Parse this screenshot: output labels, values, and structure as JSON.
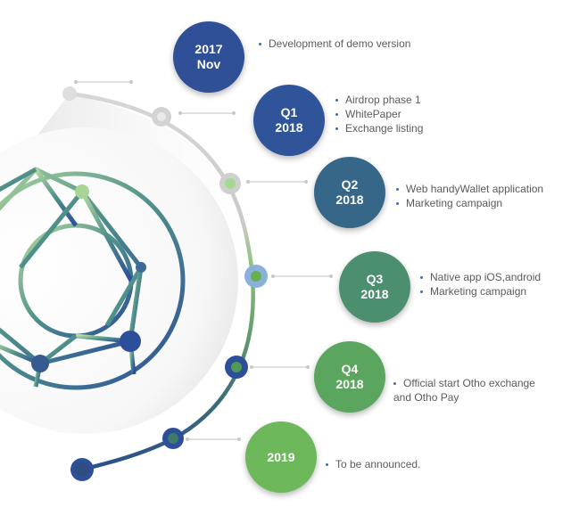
{
  "milestones": [
    {
      "line1": "2017",
      "line2": "Nov",
      "color": "#2f4f96",
      "notes": [
        "Development of demo version"
      ]
    },
    {
      "line1": "Q1",
      "line2": "2018",
      "color": "#2f5499",
      "notes": [
        "Airdrop phase 1",
        "WhitePaper",
        "Exchange listing"
      ]
    },
    {
      "line1": "Q2",
      "line2": "2018",
      "color": "#376788",
      "notes": [
        "Web handyWallet application",
        "Marketing campaign"
      ]
    },
    {
      "line1": "Q3",
      "line2": "2018",
      "color": "#4c8f6e",
      "notes": [
        "Native app iOS,android",
        "Marketing campaign"
      ]
    },
    {
      "line1": "Q4",
      "line2": "2018",
      "color": "#5ba65f",
      "notes": [
        "Official start Otho exchange",
        "and Otho Pay"
      ],
      "continued": [
        false,
        true
      ]
    },
    {
      "line1": "2019",
      "line2": "",
      "color": "#6cb85a",
      "notes": [
        "To be announced."
      ]
    }
  ]
}
